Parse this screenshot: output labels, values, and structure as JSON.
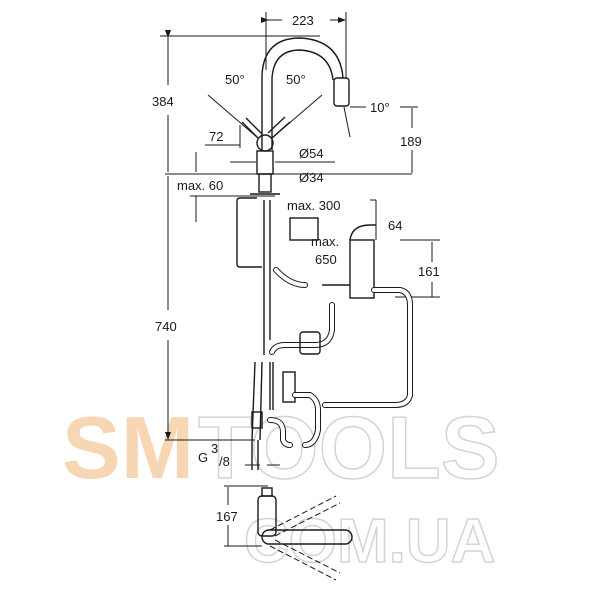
{
  "dimensions": {
    "width_223": "223",
    "height_384": "384",
    "angle_left": "50°",
    "angle_right": "50°",
    "angle_spray": "10°",
    "handle_72": "72",
    "height_189": "189",
    "dia_54": "Ø54",
    "dia_34": "Ø34",
    "max_60": "max. 60",
    "max_300": "max. 300",
    "offset_64": "64",
    "max_650_a": "max.",
    "max_650_b": "650",
    "height_161": "161",
    "height_740": "740",
    "thread_g": "G",
    "thread_num": "3",
    "thread_den": "/8",
    "height_167": "167"
  },
  "watermark": {
    "part1": "SM",
    "part2": "TOOLS",
    "part3": "COM.UA",
    "color_sm": "#f6cfa6",
    "color_outline": "#d4d4d4"
  }
}
